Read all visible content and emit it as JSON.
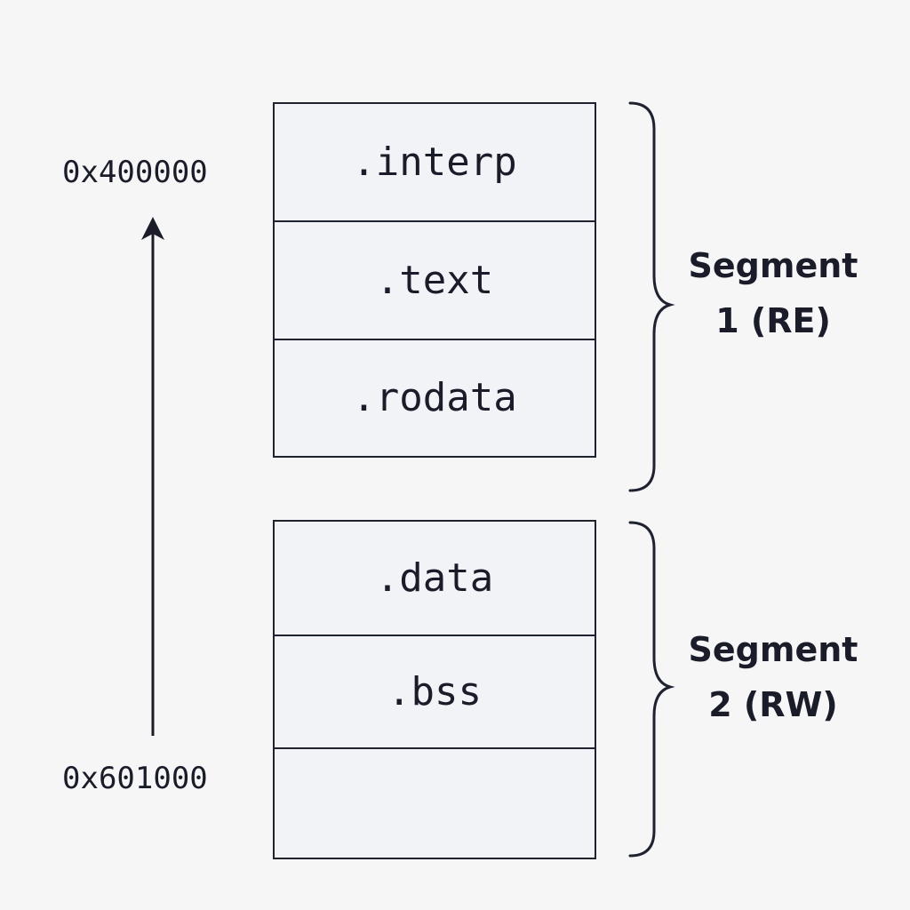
{
  "addresses": {
    "top": "0x400000",
    "bottom": "0x601000"
  },
  "segments": [
    {
      "label_line1": "Segment",
      "label_line2": "1 (RE)",
      "sections": [
        ".interp",
        ".text",
        ".rodata"
      ]
    },
    {
      "label_line1": "Segment",
      "label_line2": "2 (RW)",
      "sections": [
        ".data",
        ".bss",
        ""
      ]
    }
  ],
  "colors": {
    "stroke": "#1f2230",
    "box_fill": "#f2f3f7",
    "background": "#f6f6f7"
  }
}
